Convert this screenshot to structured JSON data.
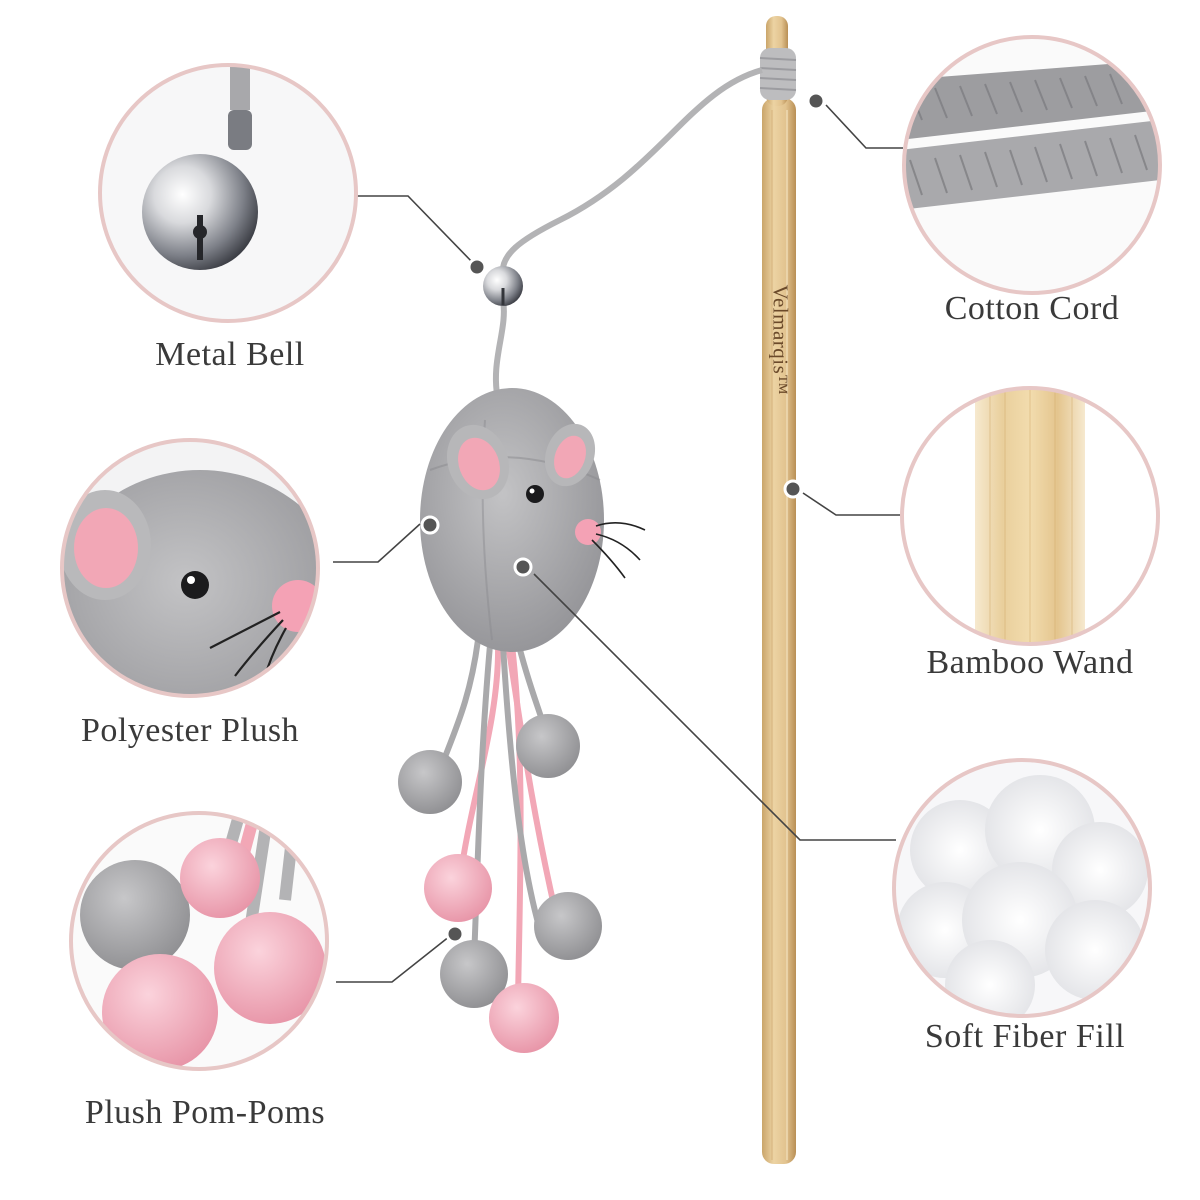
{
  "brand": {
    "name": "Velmarqis™"
  },
  "features": {
    "metal_bell": "Metal Bell",
    "cotton_cord": "Cotton Cord",
    "polyester_plush": "Polyester Plush",
    "bamboo_wand": "Bamboo Wand",
    "plush_pom_poms": "Plush Pom-Poms",
    "soft_fiber_fill": "Soft Fiber Fill"
  },
  "colors": {
    "ring": "#e7c7c6",
    "bamboo": "#e2c38f",
    "plush_grey": "#a9a9ab",
    "plush_pink": "#f2a7b6",
    "cord_grey": "#b3b3b5",
    "caption_text": "#3a3a3a",
    "callout_line": "#444444"
  }
}
